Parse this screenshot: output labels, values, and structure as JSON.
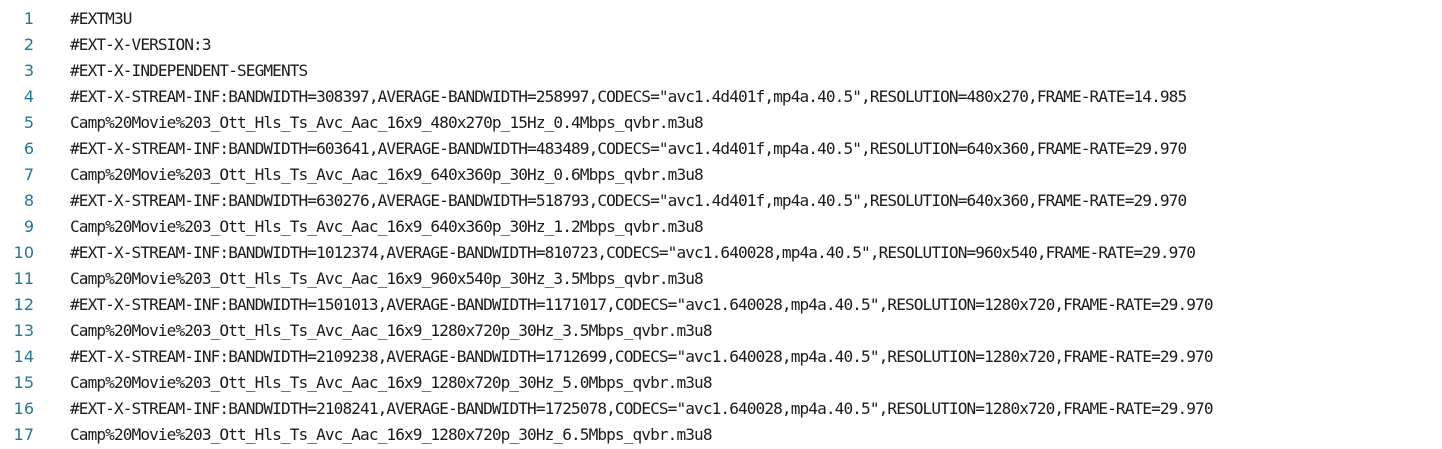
{
  "editor": {
    "line_number_color": "#237893",
    "text_color": "#1b1b1b",
    "lines": [
      {
        "num": "1",
        "text": "#EXTM3U"
      },
      {
        "num": "2",
        "text": "#EXT-X-VERSION:3"
      },
      {
        "num": "3",
        "text": "#EXT-X-INDEPENDENT-SEGMENTS"
      },
      {
        "num": "4",
        "text": "#EXT-X-STREAM-INF:BANDWIDTH=308397,AVERAGE-BANDWIDTH=258997,CODECS=\"avc1.4d401f,mp4a.40.5\",RESOLUTION=480x270,FRAME-RATE=14.985"
      },
      {
        "num": "5",
        "text": "Camp%20Movie%203_Ott_Hls_Ts_Avc_Aac_16x9_480x270p_15Hz_0.4Mbps_qvbr.m3u8"
      },
      {
        "num": "6",
        "text": "#EXT-X-STREAM-INF:BANDWIDTH=603641,AVERAGE-BANDWIDTH=483489,CODECS=\"avc1.4d401f,mp4a.40.5\",RESOLUTION=640x360,FRAME-RATE=29.970"
      },
      {
        "num": "7",
        "text": "Camp%20Movie%203_Ott_Hls_Ts_Avc_Aac_16x9_640x360p_30Hz_0.6Mbps_qvbr.m3u8"
      },
      {
        "num": "8",
        "text": "#EXT-X-STREAM-INF:BANDWIDTH=630276,AVERAGE-BANDWIDTH=518793,CODECS=\"avc1.4d401f,mp4a.40.5\",RESOLUTION=640x360,FRAME-RATE=29.970"
      },
      {
        "num": "9",
        "text": "Camp%20Movie%203_Ott_Hls_Ts_Avc_Aac_16x9_640x360p_30Hz_1.2Mbps_qvbr.m3u8"
      },
      {
        "num": "10",
        "text": "#EXT-X-STREAM-INF:BANDWIDTH=1012374,AVERAGE-BANDWIDTH=810723,CODECS=\"avc1.640028,mp4a.40.5\",RESOLUTION=960x540,FRAME-RATE=29.970"
      },
      {
        "num": "11",
        "text": "Camp%20Movie%203_Ott_Hls_Ts_Avc_Aac_16x9_960x540p_30Hz_3.5Mbps_qvbr.m3u8"
      },
      {
        "num": "12",
        "text": "#EXT-X-STREAM-INF:BANDWIDTH=1501013,AVERAGE-BANDWIDTH=1171017,CODECS=\"avc1.640028,mp4a.40.5\",RESOLUTION=1280x720,FRAME-RATE=29.970"
      },
      {
        "num": "13",
        "text": "Camp%20Movie%203_Ott_Hls_Ts_Avc_Aac_16x9_1280x720p_30Hz_3.5Mbps_qvbr.m3u8"
      },
      {
        "num": "14",
        "text": "#EXT-X-STREAM-INF:BANDWIDTH=2109238,AVERAGE-BANDWIDTH=1712699,CODECS=\"avc1.640028,mp4a.40.5\",RESOLUTION=1280x720,FRAME-RATE=29.970"
      },
      {
        "num": "15",
        "text": "Camp%20Movie%203_Ott_Hls_Ts_Avc_Aac_16x9_1280x720p_30Hz_5.0Mbps_qvbr.m3u8"
      },
      {
        "num": "16",
        "text": "#EXT-X-STREAM-INF:BANDWIDTH=2108241,AVERAGE-BANDWIDTH=1725078,CODECS=\"avc1.640028,mp4a.40.5\",RESOLUTION=1280x720,FRAME-RATE=29.970"
      },
      {
        "num": "17",
        "text": "Camp%20Movie%203_Ott_Hls_Ts_Avc_Aac_16x9_1280x720p_30Hz_6.5Mbps_qvbr.m3u8"
      }
    ]
  }
}
